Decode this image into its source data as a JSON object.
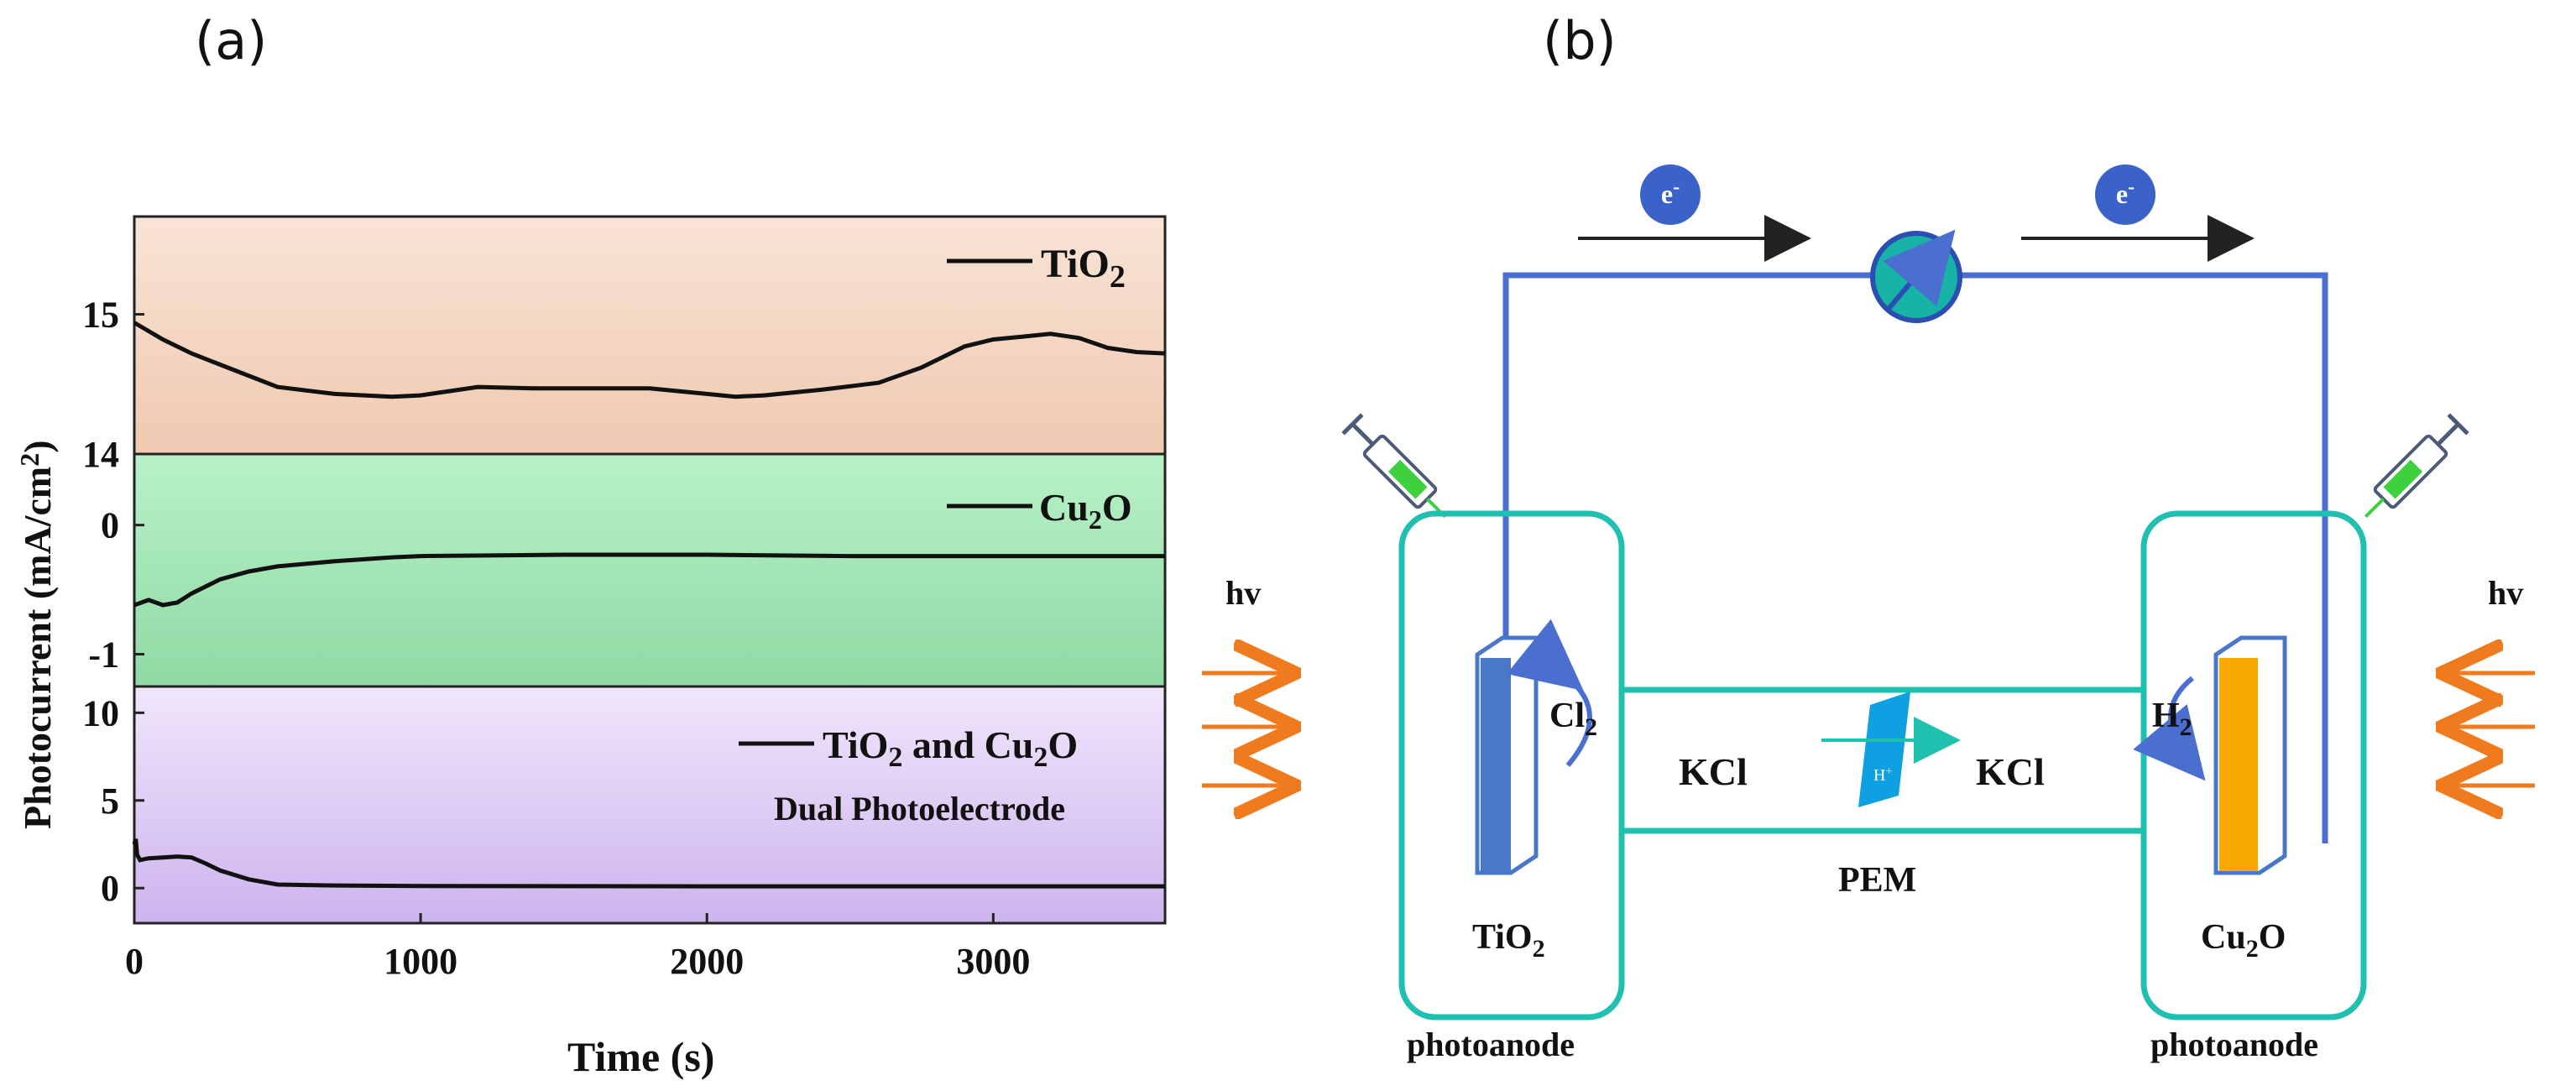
{
  "panel_a_label": "(a)",
  "panel_b_label": "(b)",
  "chart_data": [
    {
      "type": "line",
      "panel": "TiO2",
      "legend": "TiO",
      "legend_sub": "2",
      "ylim": [
        14,
        15.7
      ],
      "yticks": [
        "15",
        "14"
      ],
      "yvalues": [
        15,
        14
      ],
      "background": "#f4d8c4",
      "series": [
        {
          "name": "TiO2",
          "x": [
            0,
            100,
            200,
            300,
            500,
            700,
            900,
            1000,
            1200,
            1400,
            1600,
            1800,
            2000,
            2100,
            2200,
            2400,
            2600,
            2750,
            2900,
            3000,
            3100,
            3200,
            3300,
            3400,
            3500,
            3600
          ],
          "y": [
            14.94,
            14.82,
            14.72,
            14.64,
            14.48,
            14.43,
            14.41,
            14.42,
            14.48,
            14.47,
            14.47,
            14.47,
            14.43,
            14.41,
            14.42,
            14.46,
            14.51,
            14.62,
            14.77,
            14.82,
            14.84,
            14.86,
            14.83,
            14.76,
            14.73,
            14.72
          ]
        }
      ]
    },
    {
      "type": "line",
      "panel": "Cu2O",
      "legend": "Cu",
      "legend_sub": "2",
      "legend_tail": "O",
      "ylim": [
        -1.25,
        0.55
      ],
      "yticks": [
        "0",
        "-1"
      ],
      "yvalues": [
        0,
        -1
      ],
      "background": "#a8eab8",
      "series": [
        {
          "name": "Cu2O",
          "x": [
            0,
            50,
            100,
            150,
            200,
            300,
            400,
            500,
            700,
            900,
            1000,
            1500,
            2000,
            2500,
            3000,
            3600
          ],
          "y": [
            -0.62,
            -0.58,
            -0.62,
            -0.6,
            -0.53,
            -0.42,
            -0.36,
            -0.32,
            -0.28,
            -0.25,
            -0.24,
            -0.23,
            -0.23,
            -0.24,
            -0.24,
            -0.24
          ]
        }
      ]
    },
    {
      "type": "line",
      "panel": "TiO2 and Cu2O",
      "legend": "TiO",
      "legend_sub": "2",
      "legend_tail": " and Cu",
      "legend_sub2": "2",
      "legend_tail2": "O",
      "annotation": "Dual Photoelectrode",
      "ylim": [
        -2,
        11.5
      ],
      "yticks": [
        "10",
        "5",
        "0"
      ],
      "yvalues": [
        10,
        5,
        0
      ],
      "background": "#e4d4f4",
      "series": [
        {
          "name": "TiO2 and Cu2O",
          "x": [
            0,
            5,
            10,
            20,
            50,
            100,
            150,
            200,
            250,
            300,
            400,
            500,
            700,
            1000,
            2000,
            3000,
            3600
          ],
          "y": [
            2.5,
            2.8,
            1.9,
            1.6,
            1.7,
            1.75,
            1.8,
            1.75,
            1.4,
            1.0,
            0.5,
            0.2,
            0.15,
            0.12,
            0.1,
            0.1,
            0.1
          ]
        }
      ]
    }
  ],
  "axes": {
    "ylabel": "Photocurrent (mA/cm",
    "ylabel_sup": "2",
    "ylabel_tail": ")",
    "xlabel": "Time (s)",
    "xlim": [
      0,
      3600
    ],
    "xticks": [
      0,
      1000,
      2000,
      3000
    ]
  },
  "diagram": {
    "electron_top_left": "e",
    "electron_top_right": "e",
    "electron_sup": "-",
    "hv_left": "hv",
    "hv_right": "hv",
    "cl2": "Cl",
    "cl2_sub": "2",
    "h2": "H",
    "h2_sub": "2",
    "kcl_left": "KCl",
    "kcl_right": "KCl",
    "hplus": "H",
    "hplus_sup": "+",
    "pem": "PEM",
    "tio2": "TiO",
    "tio2_sub": "2",
    "cu2o": "Cu",
    "cu2o_sub": "2",
    "cu2o_tail": "O",
    "photoanode_left": "photoanode",
    "photoanode_right": "photoanode",
    "colors": {
      "wire": "#4a6fd0",
      "cell": "#20c0b0",
      "meter": "#17b3a6",
      "electron": "#3a62c8",
      "light_arrow": "#f07a1e",
      "tio2_electrode": "#4a78c8",
      "cu2o_electrode": "#f5a800",
      "pem": "#0ea0e0"
    }
  }
}
